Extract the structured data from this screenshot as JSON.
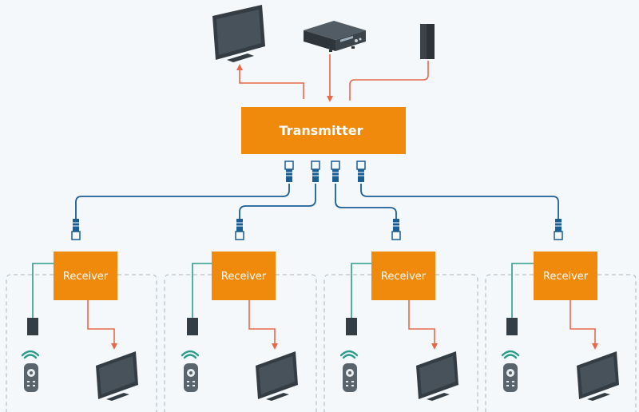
{
  "transmitter": {
    "label": "Transmitter",
    "color": "#f08a0c"
  },
  "receivers": [
    {
      "label": "Receiver"
    },
    {
      "label": "Receiver"
    },
    {
      "label": "Receiver"
    },
    {
      "label": "Receiver"
    }
  ],
  "colors": {
    "box": "#f08a0c",
    "signal_arrow": "#e8694a",
    "cable": "#1a5e96",
    "ir_line": "#2b9c8c",
    "zone_border": "#a9b4bd",
    "device_dark": "#333d45"
  },
  "sources": [
    "tv-icon",
    "av-receiver-icon",
    "ir-sensor-icon"
  ],
  "zone_devices": [
    "ir-sensor-icon",
    "wifi-signal-icon",
    "remote-control-icon",
    "tv-icon"
  ]
}
